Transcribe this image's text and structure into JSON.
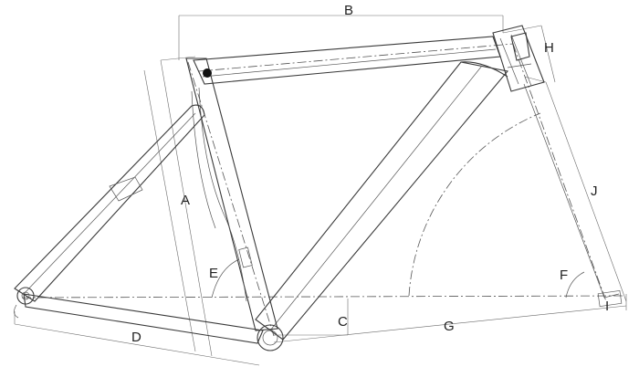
{
  "labels": {
    "a": "A",
    "b": "B",
    "c": "C",
    "d": "D",
    "e": "E",
    "f": "F",
    "g": "G",
    "h": "H",
    "i": "I",
    "j": "J"
  },
  "colors": {
    "line": "#3a3a3a",
    "background": "#ffffff"
  }
}
